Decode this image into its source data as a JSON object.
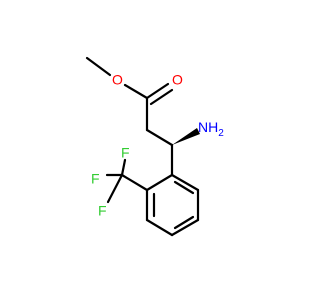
{
  "molecule": {
    "atoms": {
      "o_methoxy": "O",
      "o_carbonyl": "O",
      "amine": "NH",
      "amine_sub": "2",
      "f_top": "F",
      "f_left": "F",
      "f_bottom": "F"
    },
    "colors": {
      "oxygen": "#ff0000",
      "nitrogen": "#0000ff",
      "fluorine": "#33cc33",
      "bond": "#000000"
    }
  }
}
